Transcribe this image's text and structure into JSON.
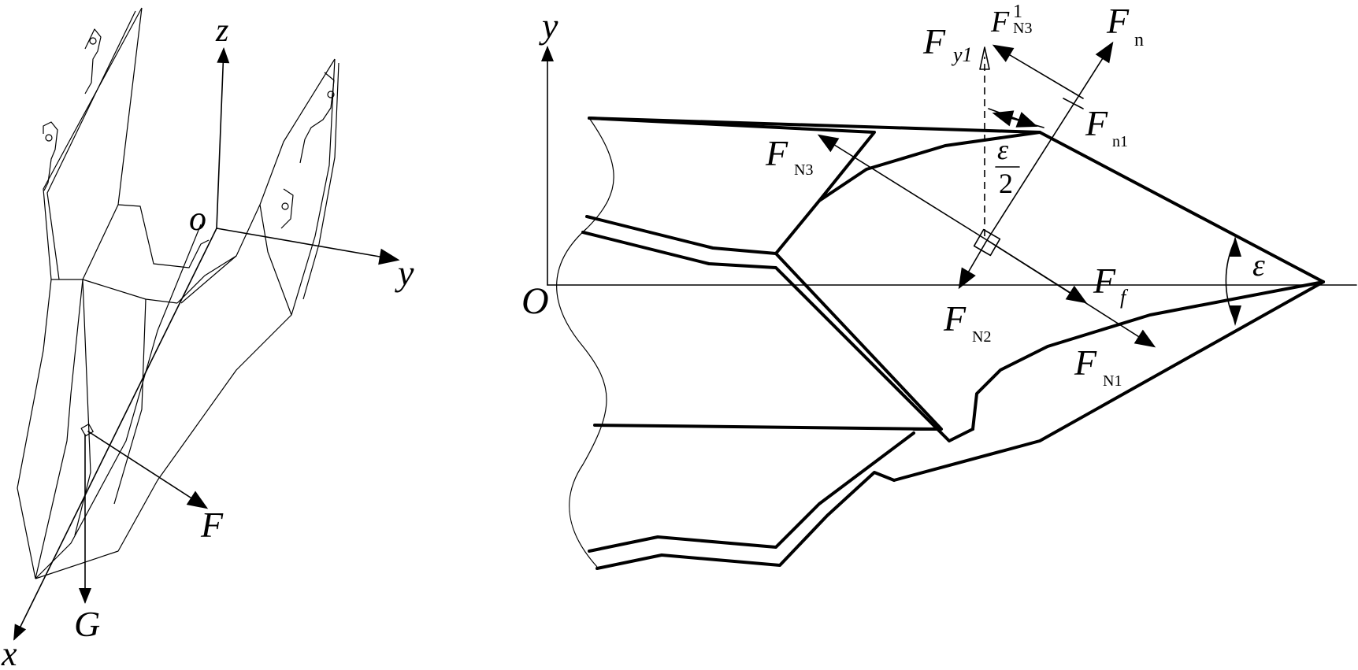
{
  "left_view": {
    "axes": {
      "x_label": "x",
      "y_label": "y",
      "z_label": "z",
      "origin_label": "o"
    },
    "forces": {
      "force_label": "F",
      "gravity_label": "G"
    }
  },
  "right_view": {
    "axes": {
      "y_label": "y",
      "origin_label": "O"
    },
    "forces": {
      "fy1": {
        "main": "F",
        "sub": "y1"
      },
      "fn3_prime": {
        "main": "F",
        "sub": "N3",
        "sup": "1"
      },
      "fn": {
        "main": "F",
        "sub": "n"
      },
      "fn1_small": {
        "main": "F",
        "sub": "n1"
      },
      "fN3": {
        "main": "F",
        "sub": "N3"
      },
      "ff": {
        "main": "F",
        "sub": "f"
      },
      "fN2": {
        "main": "F",
        "sub": "N2"
      },
      "fN1": {
        "main": "F",
        "sub": "N1"
      }
    },
    "angles": {
      "half_numerator": "ε",
      "half_denominator": "2",
      "full": "ε"
    }
  }
}
